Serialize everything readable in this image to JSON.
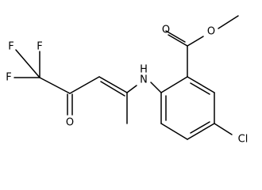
{
  "structure": {
    "atoms": {
      "F_top_left": "F",
      "F_top_right": "F",
      "F_left": "F",
      "O_ketone": "O",
      "NH": "H",
      "N": "N",
      "O_carbonyl": "O",
      "O_ester": "O",
      "Cl": "Cl"
    }
  }
}
